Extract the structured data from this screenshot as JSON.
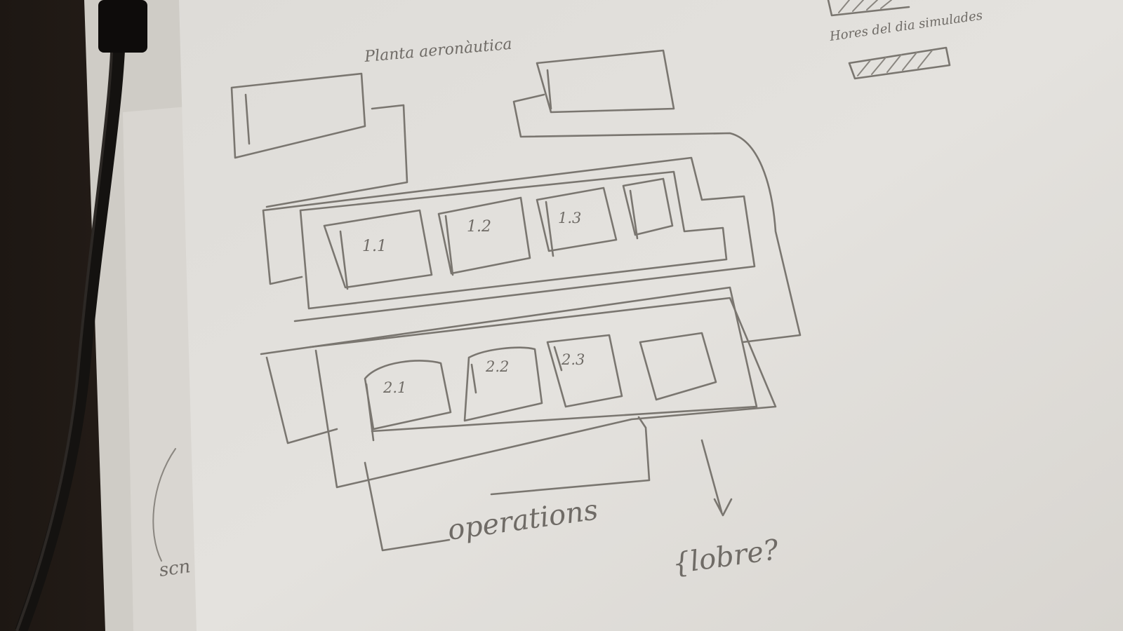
{
  "sketch": {
    "top_label": "Planta aeronàutica",
    "corner_note": "Hores del dia simulades",
    "row1_boxes": [
      "1.1",
      "1.2",
      "1.3",
      ""
    ],
    "row2_boxes": [
      "2.1",
      "2.2",
      "2.3",
      ""
    ],
    "bottom_label": "operations",
    "free_label": "{lobre?",
    "left_edge_text": "scn"
  },
  "colors": {
    "paper": "#e2e0dc",
    "pencil": "#7a7670",
    "desk": "#4a3a2c"
  }
}
